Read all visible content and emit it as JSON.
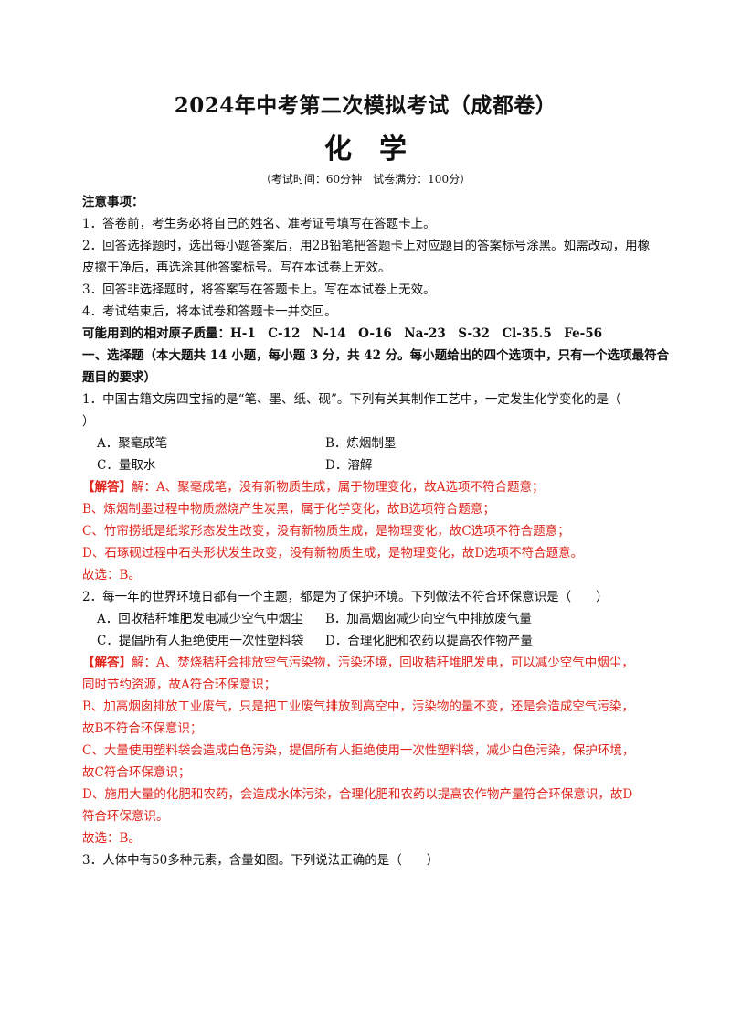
{
  "header": {
    "title": "2024年中考第二次模拟考试（成都卷）",
    "subject": "化学",
    "meta": "（考试时间：60分钟　试卷满分：100分）"
  },
  "notes": {
    "heading": "注意事项：",
    "items": [
      "1．答卷前，考生务必将自己的姓名、准考证号填写在答题卡上。",
      "2．回答选择题时，选出每小题答案后，用2B铅笔把答题卡上对应题目的答案标号涂黑。如需改动，用橡",
      "皮擦干净后，再选涂其他答案标号。写在本试卷上无效。",
      "3．回答非选择题时，将答案写在答题卡上。写在本试卷上无效。",
      "4．考试结束后，将本试卷和答题卡一并交回。"
    ],
    "atomic_masses": "可能用到的相对原子质量：H-1　C-12　N-14　O-16　Na-23　S-32　Cl-35.5　Fe-56"
  },
  "section1": {
    "heading_l1": "一、选择题（本大题共 14 小题，每小题 3 分，共 42 分。每小题给出的四个选项中，只有一个选项最符合",
    "heading_l2": "题目的要求）"
  },
  "q1": {
    "stem_l1": "1．中国古籍文房四宝指的是“笔、墨、纸、砚”。下列有关其制作工艺中，一定发生化学变化的是（",
    "stem_l2": "）",
    "A": "A．聚毫成笔",
    "B": "B．炼烟制墨",
    "C": "C．量取水",
    "D": "D．溶解",
    "answer_tag": "【解答】",
    "answer_l1": "解：A、聚毫成笔，没有新物质生成，属于物理变化，故A选项不符合题意；",
    "answer_l2": "B、炼烟制墨过程中物质燃烧产生炭黑，属于化学变化，故B选项符合题意；",
    "answer_l3": "C、竹帘捞纸是纸浆形态发生改变，没有新物质生成，是物理变化，故C选项不符合题意；",
    "answer_l4": "D、石琢砚过程中石头形状发生改变，没有新物质生成，是物理变化，故D选项不符合题意。",
    "answer_l5": "故选：B。"
  },
  "q2": {
    "stem": "2．每一年的世界环境日都有一个主题，都是为了保护环境。下列做法不符合环保意识是（　　）",
    "A": "A．回收秸秆堆肥发电减少空气中烟尘",
    "B": "B．加高烟囱减少向空气中排放废气量",
    "C": "C．提倡所有人拒绝使用一次性塑料袋",
    "D": "D．合理化肥和农药以提高农作物产量",
    "answer_tag": "【解答】",
    "answer_l1": "解：A、焚烧秸秆会排放空气污染物，污染环境，回收秸秆堆肥发电，可以减少空气中烟尘，",
    "answer_l2": "同时节约资源，故A符合环保意识；",
    "answer_l3": "B、加高烟囱排放工业废气，只是把工业废气排放到高空中，污染物的量不变，还是会造成空气污染，",
    "answer_l4": "故B不符合环保意识；",
    "answer_l5": "C、大量使用塑料袋会造成白色污染，提倡所有人拒绝使用一次性塑料袋，减少白色污染，保护环境，",
    "answer_l6": "故C符合环保意识；",
    "answer_l7": "D、施用大量的化肥和农药，会造成水体污染，合理化肥和农药以提高农作物产量符合环保意识，故D",
    "answer_l8": "符合环保意识。",
    "answer_l9": "故选：B。"
  },
  "q3": {
    "stem": "3．人体中有50多种元素，含量如图。下列说法正确的是（　　）"
  },
  "colors": {
    "answer_red": "#e0241b",
    "text": "#111111"
  }
}
